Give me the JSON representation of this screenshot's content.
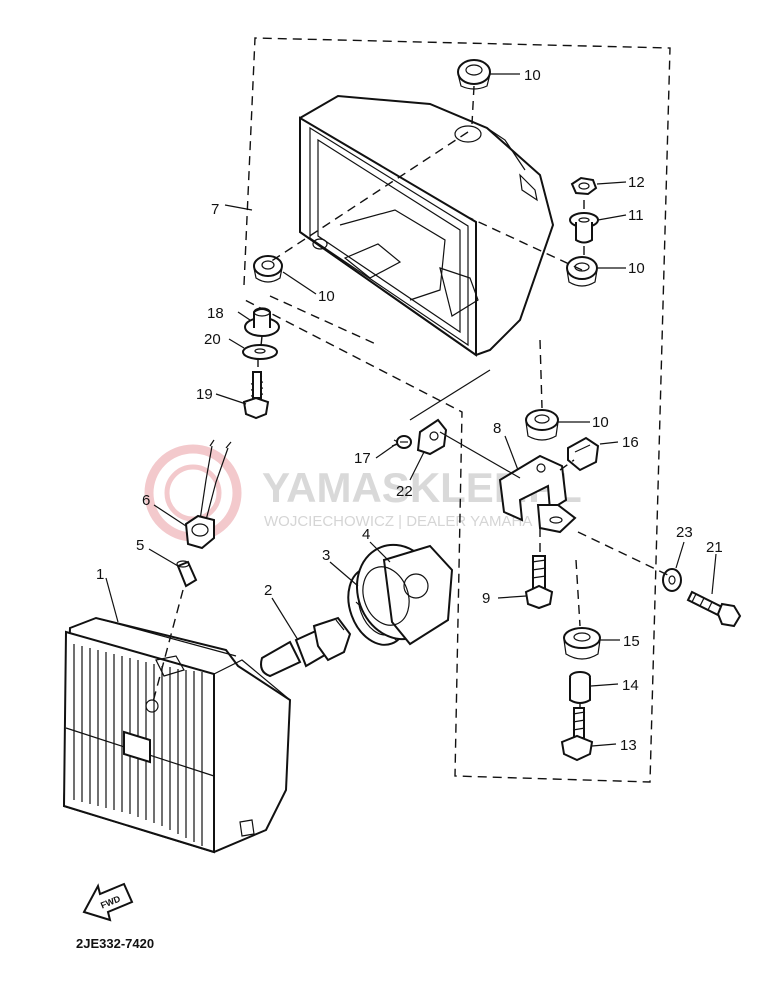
{
  "watermark": {
    "brand": "YAMASKLEP.PL",
    "subtitle": "WOJCIECHOWICZ | DEALER YAMAHA",
    "color": "#d9d9d9",
    "logo_color": "#f3c9cc"
  },
  "labels": {
    "p1": "1",
    "p2": "2",
    "p3": "3",
    "p4": "4",
    "p5": "5",
    "p6": "6",
    "p7": "7",
    "p8": "8",
    "p9": "9",
    "p10a": "10",
    "p10b": "10",
    "p10c": "10",
    "p10d": "10",
    "p11": "11",
    "p12": "12",
    "p13": "13",
    "p14": "14",
    "p15": "15",
    "p16": "16",
    "p17": "17",
    "p18": "18",
    "p19": "19",
    "p20": "20",
    "p21": "21",
    "p22": "22",
    "p23": "23"
  },
  "fwd_arrow": "FWD",
  "diagram_code": "2JE332-7420"
}
